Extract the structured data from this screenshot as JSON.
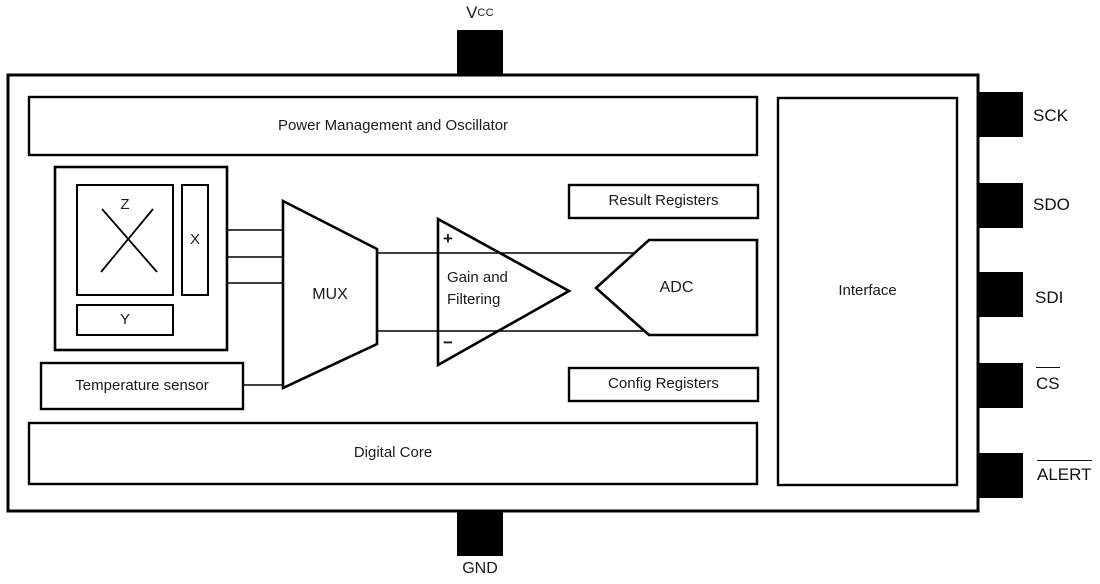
{
  "blocks": {
    "power_management": {
      "label": "Power Management and Oscillator"
    },
    "sensor_z": {
      "label": "Z"
    },
    "sensor_x": {
      "label": "X"
    },
    "sensor_y": {
      "label": "Y"
    },
    "temperature_sensor": {
      "label": "Temperature sensor"
    },
    "mux": {
      "label": "MUX"
    },
    "gain_filtering": {
      "label_line1": "Gain and",
      "label_line2": "Filtering",
      "input_plus": "+",
      "input_minus": "−"
    },
    "adc": {
      "label": "ADC"
    },
    "result_registers": {
      "label": "Result Registers"
    },
    "config_registers": {
      "label": "Config Registers"
    },
    "interface": {
      "label": "Interface"
    },
    "digital_core": {
      "label": "Digital Core"
    }
  },
  "pins": {
    "vcc": {
      "base": "V",
      "subscript": "CC"
    },
    "gnd": {
      "label": "GND"
    },
    "sck": {
      "label": "SCK"
    },
    "sdo": {
      "label": "SDO"
    },
    "sdi": {
      "label": "SDI"
    },
    "cs": {
      "label": "CS",
      "active_low": true
    },
    "alert": {
      "label": "ALERT",
      "active_low": true
    }
  },
  "colors": {
    "stroke": "#000000",
    "background": "#ffffff",
    "pin_fill": "#000000"
  }
}
